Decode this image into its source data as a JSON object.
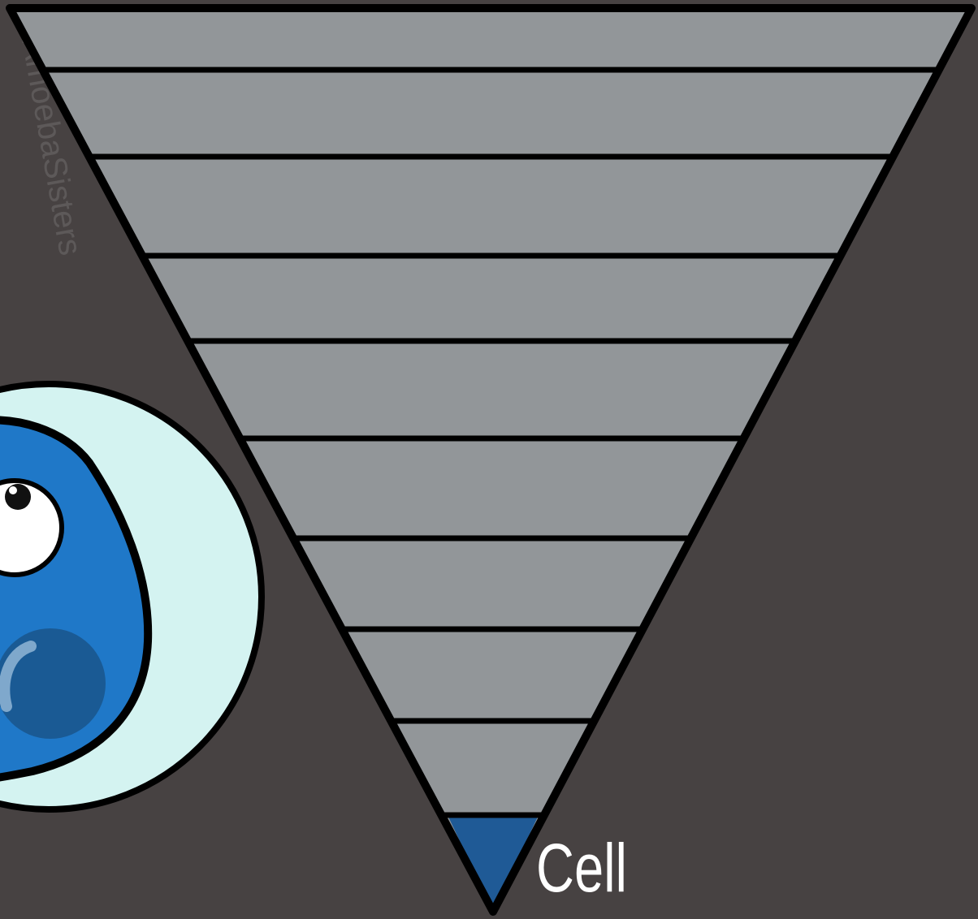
{
  "diagram": {
    "levels": 10,
    "highlighted_level": "Cell"
  },
  "labels": {
    "cell": "Cell"
  },
  "watermark": {
    "text": "©AmoebaSisters"
  },
  "colors": {
    "background": "#474242",
    "band_fill": "#929699",
    "cell_fill": "#1f5a96",
    "outline": "#000000",
    "circle_outer": "#d4f3f1",
    "amoeba_body": "#1f78c8",
    "amoeba_nucleus": "#1a5a94",
    "eye_white": "#ffffff"
  }
}
